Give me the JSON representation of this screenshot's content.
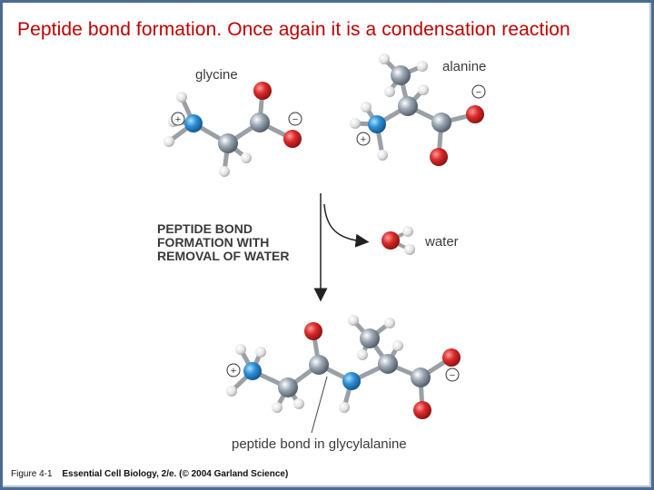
{
  "slide": {
    "title": "Peptide bond formation. Once again it is a condensation reaction"
  },
  "diagram": {
    "glycine_label": "glycine",
    "alanine_label": "alanine",
    "water_label": "water",
    "arrow_label_lines": [
      "PEPTIDE BOND",
      "FORMATION WITH",
      "REMOVAL OF WATER"
    ],
    "product_label": "peptide bond in glycylalanine",
    "plus_sign": "+",
    "minus_sign": "−"
  },
  "caption": {
    "figure": "Figure 4-1",
    "source": "Essential Cell Biology, 2/e. (© 2004 Garland Science)"
  },
  "colors": {
    "title": "#c00000",
    "oxygen": "#d92b2b",
    "nitrogen": "#2e8fd6",
    "carbon": "#8f9aa6",
    "hydrogen": "#e6e6e6",
    "frame": "#4a6b94"
  }
}
